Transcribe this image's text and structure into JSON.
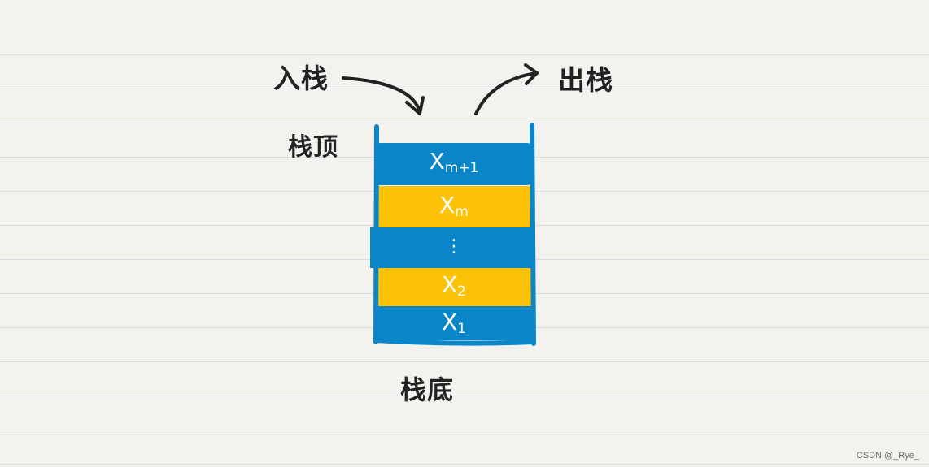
{
  "labels": {
    "push": "入栈",
    "pop": "出栈",
    "top": "栈顶",
    "bottom": "栈底"
  },
  "layers": [
    {
      "base": "X",
      "sub": "m+1",
      "color": "#0a86c8"
    },
    {
      "base": "X",
      "sub": "m",
      "color": "#fbc207"
    },
    {
      "base": "",
      "sub": "⋮",
      "color": "#0a86c8"
    },
    {
      "base": "X",
      "sub": "2",
      "color": "#fbc207"
    },
    {
      "base": "X",
      "sub": "1",
      "color": "#0a86c8"
    }
  ],
  "colors": {
    "blue": "#0a86c8",
    "yellow": "#fbc207",
    "ink": "#222222",
    "paper": "#f3f2ee"
  },
  "watermark": "CSDN @_Rye_"
}
